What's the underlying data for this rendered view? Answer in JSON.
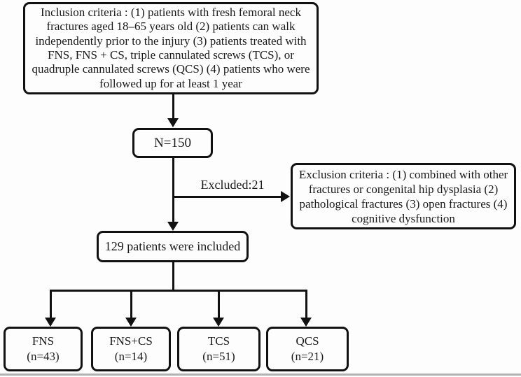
{
  "flow": {
    "inclusion_box": {
      "lines": [
        "Inclusion criteria : (1) patients with fresh femoral neck",
        "fractures aged 18–65 years old (2) patients can walk",
        "independently prior to the injury (3) patients treated with",
        "FNS, FNS + CS, triple cannulated screws (TCS), or",
        "quadruple cannulated screws (QCS) (4) patients who were",
        "followed up for at least 1 year"
      ]
    },
    "n150_box": {
      "label": "N=150"
    },
    "excluded_label": "Excluded:21",
    "exclusion_box": {
      "lines": [
        "Exclusion criteria : (1) combined with other",
        "fractures or congenital hip dysplasia (2)",
        "pathological fractures (3) open fractures (4)",
        "cognitive dysfunction"
      ]
    },
    "included_box": {
      "label": "129 patients were included"
    },
    "groups": [
      {
        "name": "FNS",
        "count": "(n=43)"
      },
      {
        "name": "FNS+CS",
        "count": "(n=14)"
      },
      {
        "name": "TCS",
        "count": "(n=51)"
      },
      {
        "name": "QCS",
        "count": "(n=21)"
      }
    ]
  },
  "colors": {
    "line": "#111111",
    "text": "#1a1a1a",
    "background": "#fdfdfd"
  }
}
